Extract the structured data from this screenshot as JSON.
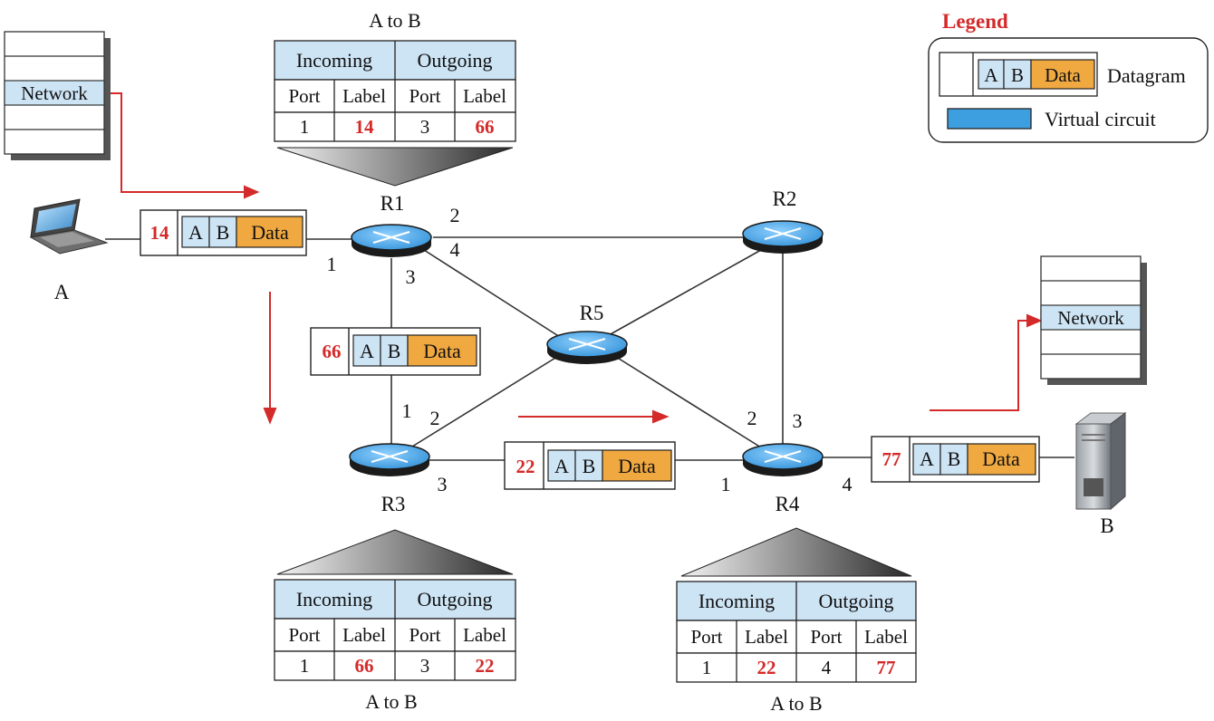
{
  "legend": {
    "title": "Legend",
    "datagram_label": "Datagram",
    "virtual_circuit_label": "Virtual circuit",
    "packet_fields": [
      "A",
      "B",
      "Data"
    ]
  },
  "hosts": {
    "a": {
      "label": "A",
      "layer": "Network"
    },
    "b": {
      "label": "B",
      "layer": "Network"
    }
  },
  "routers": {
    "r1": {
      "label": "R1"
    },
    "r2": {
      "label": "R2"
    },
    "r3": {
      "label": "R3"
    },
    "r4": {
      "label": "R4"
    },
    "r5": {
      "label": "R5"
    }
  },
  "ports": {
    "r1_1": "1",
    "r1_2": "2",
    "r1_3": "3",
    "r1_4": "4",
    "r3_1": "1",
    "r3_2": "2",
    "r3_3": "3",
    "r4_1": "1",
    "r4_2": "2",
    "r4_3": "3",
    "r4_4": "4"
  },
  "packets": {
    "p1": {
      "label": "14",
      "src": "A",
      "dst": "B",
      "payload": "Data"
    },
    "p2": {
      "label": "66",
      "src": "A",
      "dst": "B",
      "payload": "Data"
    },
    "p3": {
      "label": "22",
      "src": "A",
      "dst": "B",
      "payload": "Data"
    },
    "p4": {
      "label": "77",
      "src": "A",
      "dst": "B",
      "payload": "Data"
    }
  },
  "tables": {
    "r1": {
      "caption": "A to B",
      "incoming": "Incoming",
      "outgoing": "Outgoing",
      "cols": [
        "Port",
        "Label",
        "Port",
        "Label"
      ],
      "row": {
        "in_port": "1",
        "in_label": "14",
        "out_port": "3",
        "out_label": "66"
      }
    },
    "r3": {
      "caption": "A to B",
      "incoming": "Incoming",
      "outgoing": "Outgoing",
      "cols": [
        "Port",
        "Label",
        "Port",
        "Label"
      ],
      "row": {
        "in_port": "1",
        "in_label": "66",
        "out_port": "3",
        "out_label": "22"
      }
    },
    "r4": {
      "caption": "A to B",
      "incoming": "Incoming",
      "outgoing": "Outgoing",
      "cols": [
        "Port",
        "Label",
        "Port",
        "Label"
      ],
      "row": {
        "in_port": "1",
        "in_label": "22",
        "out_port": "4",
        "out_label": "77"
      }
    }
  },
  "colors": {
    "accent_red": "#d42a2a",
    "header_blue": "#cde4f5",
    "data_orange": "#f0a840",
    "router_blue": "#4aa8e6",
    "virtual_circuit_blue": "#3e9fe0"
  }
}
